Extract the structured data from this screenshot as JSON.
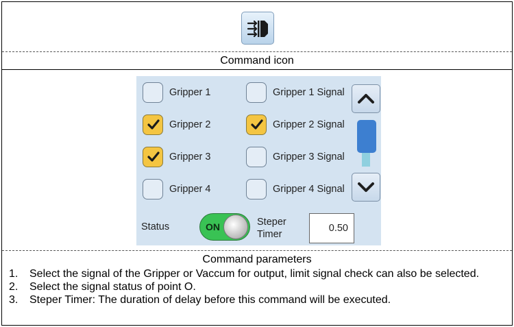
{
  "command_icon_caption": "Command icon",
  "command_icon": "gripper-output-icon",
  "panel": {
    "checkboxes": [
      {
        "label": "Gripper 1",
        "checked": false
      },
      {
        "label": "Gripper 1 Signal",
        "checked": false
      },
      {
        "label": "Gripper 2",
        "checked": true
      },
      {
        "label": "Gripper 2 Signal",
        "checked": true
      },
      {
        "label": "Gripper 3",
        "checked": true
      },
      {
        "label": "Gripper 3 Signal",
        "checked": false
      },
      {
        "label": "Gripper 4",
        "checked": false
      },
      {
        "label": "Gripper 4 Signal",
        "checked": false
      }
    ],
    "status_label": "Status",
    "status_toggle": "ON",
    "timer_label": "Steper Timer",
    "timer_value": "0.50",
    "scroll_position": 0.5
  },
  "params_caption": "Command parameters",
  "params": [
    {
      "num": "1.",
      "text": "Select the signal of the Gripper or Vaccum for output, limit signal check can also be selected."
    },
    {
      "num": "2.",
      "text": "Select the signal status of point O."
    },
    {
      "num": "3.",
      "text": "Steper Timer: The duration of delay before this command will be executed."
    }
  ],
  "colors": {
    "panel_bg": "#d4e3f1",
    "checked": "#f4c542",
    "toggle_on": "#39c254",
    "scroll_thumb": "#3d7fd0"
  }
}
